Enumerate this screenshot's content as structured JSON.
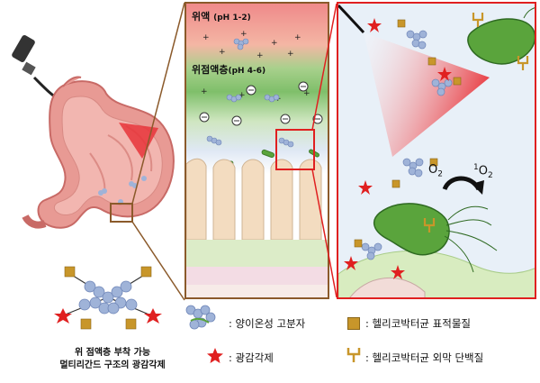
{
  "panel_labels": {
    "gastric_juice": "위액",
    "gastric_juice_ph": "(pH 1-2)",
    "mucus_layer": "위점액층",
    "mucus_layer_ph": "(pH 4-6)"
  },
  "reaction": {
    "reactant": "O",
    "reactant_sub": "2",
    "product_sup": "1",
    "product": "O",
    "product_sub": "2"
  },
  "construct_caption": {
    "line1": "위 점액층 부착 가능",
    "line2": "멀티리간드 구조의 광감각제"
  },
  "legend": {
    "cationic_polymer": ": 양이온성 고분자",
    "photosensitizer": ": 광감각제",
    "hp_target": ": 헬리코박터균 표적물질",
    "hp_membrane_protein": ": 헬리코박터균 외막 단백질"
  },
  "colors": {
    "frame_brown": "#8b5a2b",
    "zoom_red": "#e02020",
    "laser_red": "#e8343a",
    "bacteria_green": "#5aa43c",
    "target_gold": "#c8962a",
    "polymer_blue": "#9fb3d8",
    "stomach_pink": "#e89a94"
  }
}
